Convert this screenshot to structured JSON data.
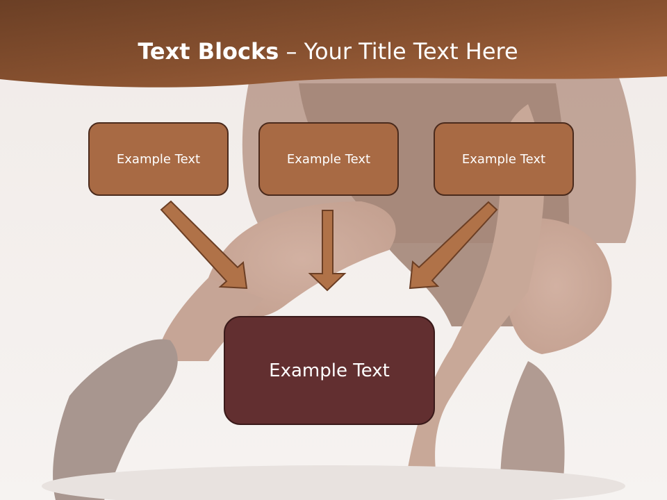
{
  "title": {
    "bold": "Text Blocks",
    "separator": " – ",
    "rest": "Your Title Text Here"
  },
  "boxes": {
    "left": "Example Text",
    "middle": "Example Text",
    "right": "Example Text",
    "main": "Example Text"
  },
  "colors": {
    "header": "#8a5332",
    "box_fill": "#a86a44",
    "box_border": "#4a2a1c",
    "main_fill": "#622f30",
    "arrow_fill": "#b07248",
    "arrow_stroke": "#6b3e24"
  }
}
